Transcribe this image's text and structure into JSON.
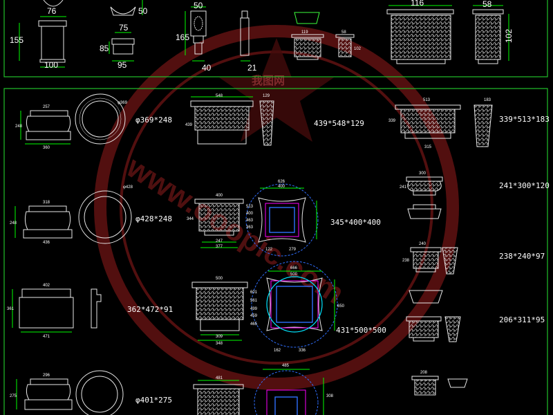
{
  "top_panel": {
    "dims": {
      "base_top_width": "76",
      "base_height": "155",
      "base_bottom_width": "100",
      "torus_height": "50",
      "capital_small_top": "75",
      "capital_small_height": "85",
      "capital_small_bottom": "95",
      "bracket_top": "50",
      "bracket_height": "165",
      "bracket_bottom": "40",
      "slab_bottom": "21",
      "corinth_small_a": "119",
      "corinth_small_b": "58",
      "corinth_small_c": "102",
      "corinth_large_width": "116",
      "corinth_side_width": "58",
      "corinth_large_height": "102"
    }
  },
  "bottom_panel": {
    "labels": {
      "base_1": "φ369*248",
      "capital_1": "439*548*129",
      "capital_r1": "339*513*183",
      "base_2": "φ428*248",
      "capital_2": "345*400*400",
      "capital_r2": "241*300*120",
      "capital_r3": "238*240*97",
      "base_3": "362*472*91",
      "capital_3": "431*500*500",
      "capital_r4": "206*311*95",
      "base_4": "φ401*275"
    },
    "small_dims": {
      "b1_top": "257",
      "b1_side": "248",
      "b1_bottom": "360",
      "b1_ring": "φ369",
      "c1_top": "548",
      "c1_side": "439",
      "c1_depth": "129",
      "r1_top": "513",
      "r1_side": "339",
      "r1_bottom": "315",
      "r1_depth": "183",
      "b2_top": "318",
      "b2_side": "248",
      "b2_bottom": "436",
      "b2_ring": "φ428",
      "c2_top": "400",
      "c2_side": "344",
      "c2_d1": "513",
      "c2_d2": "400",
      "c2_d3": "463",
      "c2_d4": "363",
      "c2_bottom1": "247",
      "c2_bottom2": "377",
      "p2_top1": "626",
      "p2_top2": "400",
      "p2_bottom1": "122",
      "p2_bottom2": "279",
      "r2_top": "300",
      "r2_side": "241",
      "r3_top": "240",
      "r3_side": "238",
      "b3_top": "402",
      "b3_side": "361",
      "b3_bottom": "471",
      "c3_top": "500",
      "c3_d1": "601",
      "c3_d2": "561",
      "c3_d3": "499",
      "c3_d4": "459",
      "c3_d5": "465",
      "c3_bottom1": "309",
      "c3_bottom2": "348",
      "p3_top1": "666",
      "p3_top2": "500",
      "p3_side": "650",
      "p3_bottom1": "162",
      "p3_bottom2": "336",
      "b4_top": "296",
      "b4_side": "275",
      "c4_top": "481",
      "p4_top": "485",
      "p4_side": "308",
      "r5_top": "208"
    }
  },
  "watermark": {
    "site": "我图网",
    "url": "www.ooopic.com"
  },
  "colors": {
    "background": "#000000",
    "frame": "#22c02a",
    "dimension": "#00ff00",
    "drawing": "#e8e8e8",
    "blue": "#2f6fff",
    "magenta": "#ff00ff",
    "cyan": "#00e5ff",
    "watermark": "#8a1c1c"
  }
}
